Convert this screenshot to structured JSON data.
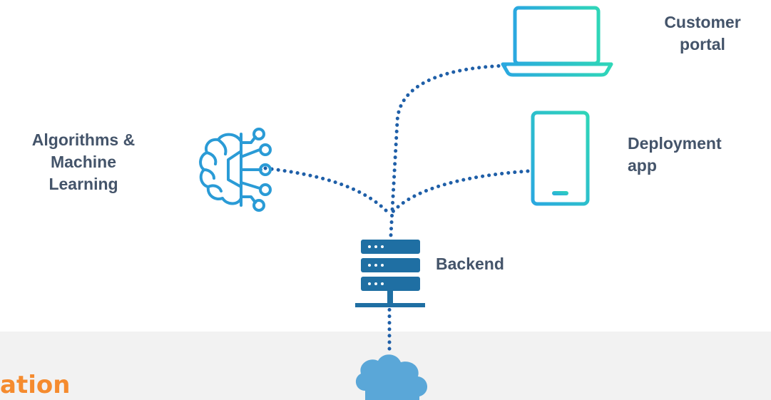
{
  "labels": {
    "customer_portal": [
      "Customer",
      "portal"
    ],
    "deployment_app": [
      "Deployment",
      "app"
    ],
    "algorithms": [
      "Algorithms &",
      "Machine",
      "Learning"
    ],
    "backend": "Backend"
  },
  "bottom_band": {
    "title_fragment": "ation"
  },
  "nodes": [
    {
      "id": "customer-portal",
      "icon": "laptop-icon"
    },
    {
      "id": "deployment-app",
      "icon": "smartphone-icon"
    },
    {
      "id": "algorithms",
      "icon": "brain-circuit-icon"
    },
    {
      "id": "backend",
      "icon": "server-stack-icon"
    },
    {
      "id": "cloud",
      "icon": "cloud-icon"
    }
  ],
  "colors": {
    "text": "#44546a",
    "accent_orange": "#f58b2e",
    "connector_blue": "#1f5fa8",
    "server_blue": "#1f6fa3",
    "cloud_blue": "#5aa7d8",
    "gradient_start": "#2aa8e0",
    "gradient_end": "#2fd6b8",
    "band_gray": "#f2f2f2"
  }
}
